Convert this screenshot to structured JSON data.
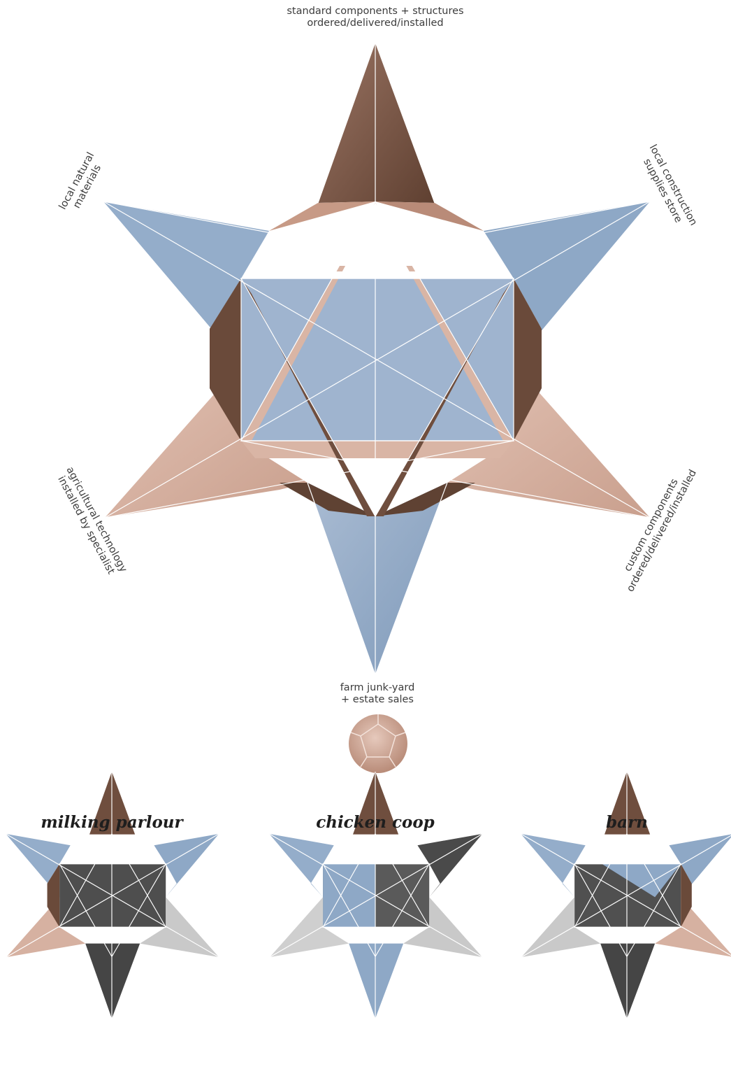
{
  "labels": {
    "top": [
      "standard components + structures",
      "ordered/delivered/installed"
    ],
    "top_right": [
      "local construction",
      "supplies store"
    ],
    "top_left": [
      "local natural",
      "materials"
    ],
    "bottom_left": [
      "agricultural technology",
      "installed by specialist"
    ],
    "bottom_right": [
      "custom components",
      "ordered/delivered/installed"
    ],
    "bottom": [
      "farm  junk-yard",
      "+ estate sales"
    ]
  },
  "variants": [
    {
      "title": "milking parlour"
    },
    {
      "title": "chicken coop"
    },
    {
      "title": "barn"
    }
  ],
  "colors": {
    "brown": "#6f4e3e",
    "brown_light": "#9a7463",
    "blue": "#8da6c5",
    "blue_light": "#a8bcd4",
    "pink": "#d6b1a1",
    "pink_light": "#e6c9bc",
    "grey_dark": "#4a4a4a",
    "grey_mid": "#7a7a7a",
    "grey_light": "#c9c9c9"
  }
}
